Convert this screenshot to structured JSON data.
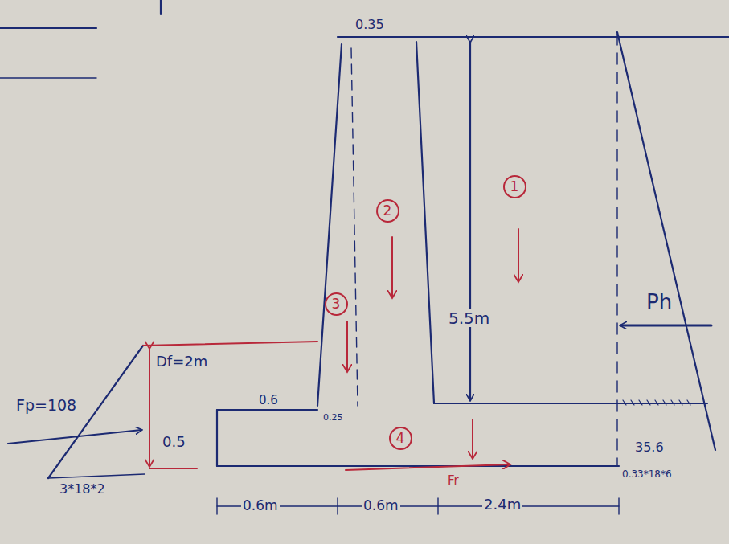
{
  "diagram": {
    "nodes": [
      {
        "text": [
          "1"
        ]
      },
      {
        "text": [
          "2"
        ]
      },
      {
        "text": [
          "3"
        ]
      },
      {
        "text": [
          "4"
        ]
      }
    ],
    "labels": [
      "0.35",
      "5.5m",
      "Ph",
      "Fp=108",
      "Df=2m",
      "0.6",
      "0.25",
      "0.5",
      "3*18*2",
      "35.6",
      "0.33*18*6",
      "0.6m",
      "0.6m",
      "2.4m",
      "Fr"
    ]
  }
}
